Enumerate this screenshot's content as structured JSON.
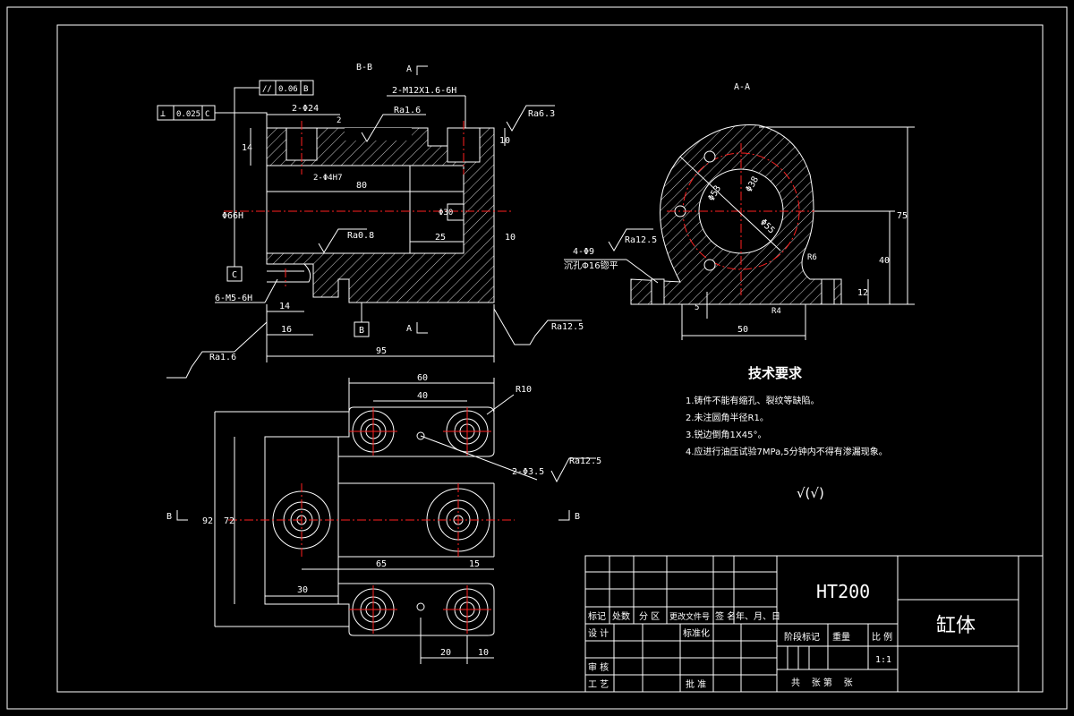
{
  "section_bb": {
    "title": "B-B"
  },
  "section_aa": {
    "title": "A-A"
  },
  "section_marks": {
    "a_top": "A",
    "a_bottom": "A",
    "b_left": "B",
    "b_right": "B"
  },
  "tolerance_1": {
    "symbol": "//",
    "value": "0.06",
    "datum": "B"
  },
  "tolerance_2": {
    "symbol": "⊥",
    "value": "0.025",
    "datum": "C"
  },
  "datum_labels": {
    "c": "C",
    "b": "B"
  },
  "bb_dims": {
    "thread": "2-M12X1.6-6H",
    "holes_top": "2-Φ24",
    "depth_2": "2",
    "h14": "14",
    "h10": "10",
    "pin": "2-Φ4H7",
    "len80": "80",
    "dia66": "Φ66H",
    "dia30": "Φ30",
    "d25": "25",
    "d10": "10",
    "m5": "6-M5-6H",
    "d14b": "14",
    "d16": "16",
    "d95": "95"
  },
  "roughness_bb": {
    "r1": "Ra1.6",
    "r2": "Ra6.3",
    "r3": "Ra0.8",
    "r4": "Ra12.5",
    "r5": "Ra1.6"
  },
  "aa_dims": {
    "d53": "Φ53",
    "d38": "Φ38",
    "d55": "Φ55",
    "r65": "R6",
    "hole_note_1": "4-Φ9",
    "hole_note_2": "沉孔Φ16锪平",
    "ra": "Ra12.5",
    "d5": "5",
    "d50": "50",
    "d12": "12",
    "d40": "40",
    "d75": "75",
    "r24": "R4"
  },
  "plan_dims": {
    "d60": "60",
    "d40": "40",
    "r10": "R10",
    "holes": "2-Φ3.5",
    "ra": "Ra12.5",
    "d92": "92",
    "d72": "72",
    "d65": "65",
    "d15": "15",
    "d30": "30",
    "d20": "20",
    "d10": "10"
  },
  "tech": {
    "title": "技术要求",
    "items": [
      "1.铸件不能有缩孔、裂纹等缺陷。",
      "2.未注圆角半径R1。",
      "3.锐边倒角1X45°。",
      "4.应进行油压试验7MPa,5分钟内不得有渗漏现象。"
    ],
    "finish_symbol": "√(√)"
  },
  "title_block": {
    "material": "HT200",
    "part_name": "缸体",
    "headers": [
      "标记",
      "处数",
      "分 区",
      "更改文件号",
      "签 名",
      "年、月、日"
    ],
    "row_design": "设 计",
    "row_standard": "标准化",
    "row_review": "审 核",
    "row_process": "工 艺",
    "row_approve": "批 准",
    "stage": "阶段标记",
    "weight": "重量",
    "scale_label": "比 例",
    "scale": "1:1",
    "sheets": "共    张 第    张"
  }
}
